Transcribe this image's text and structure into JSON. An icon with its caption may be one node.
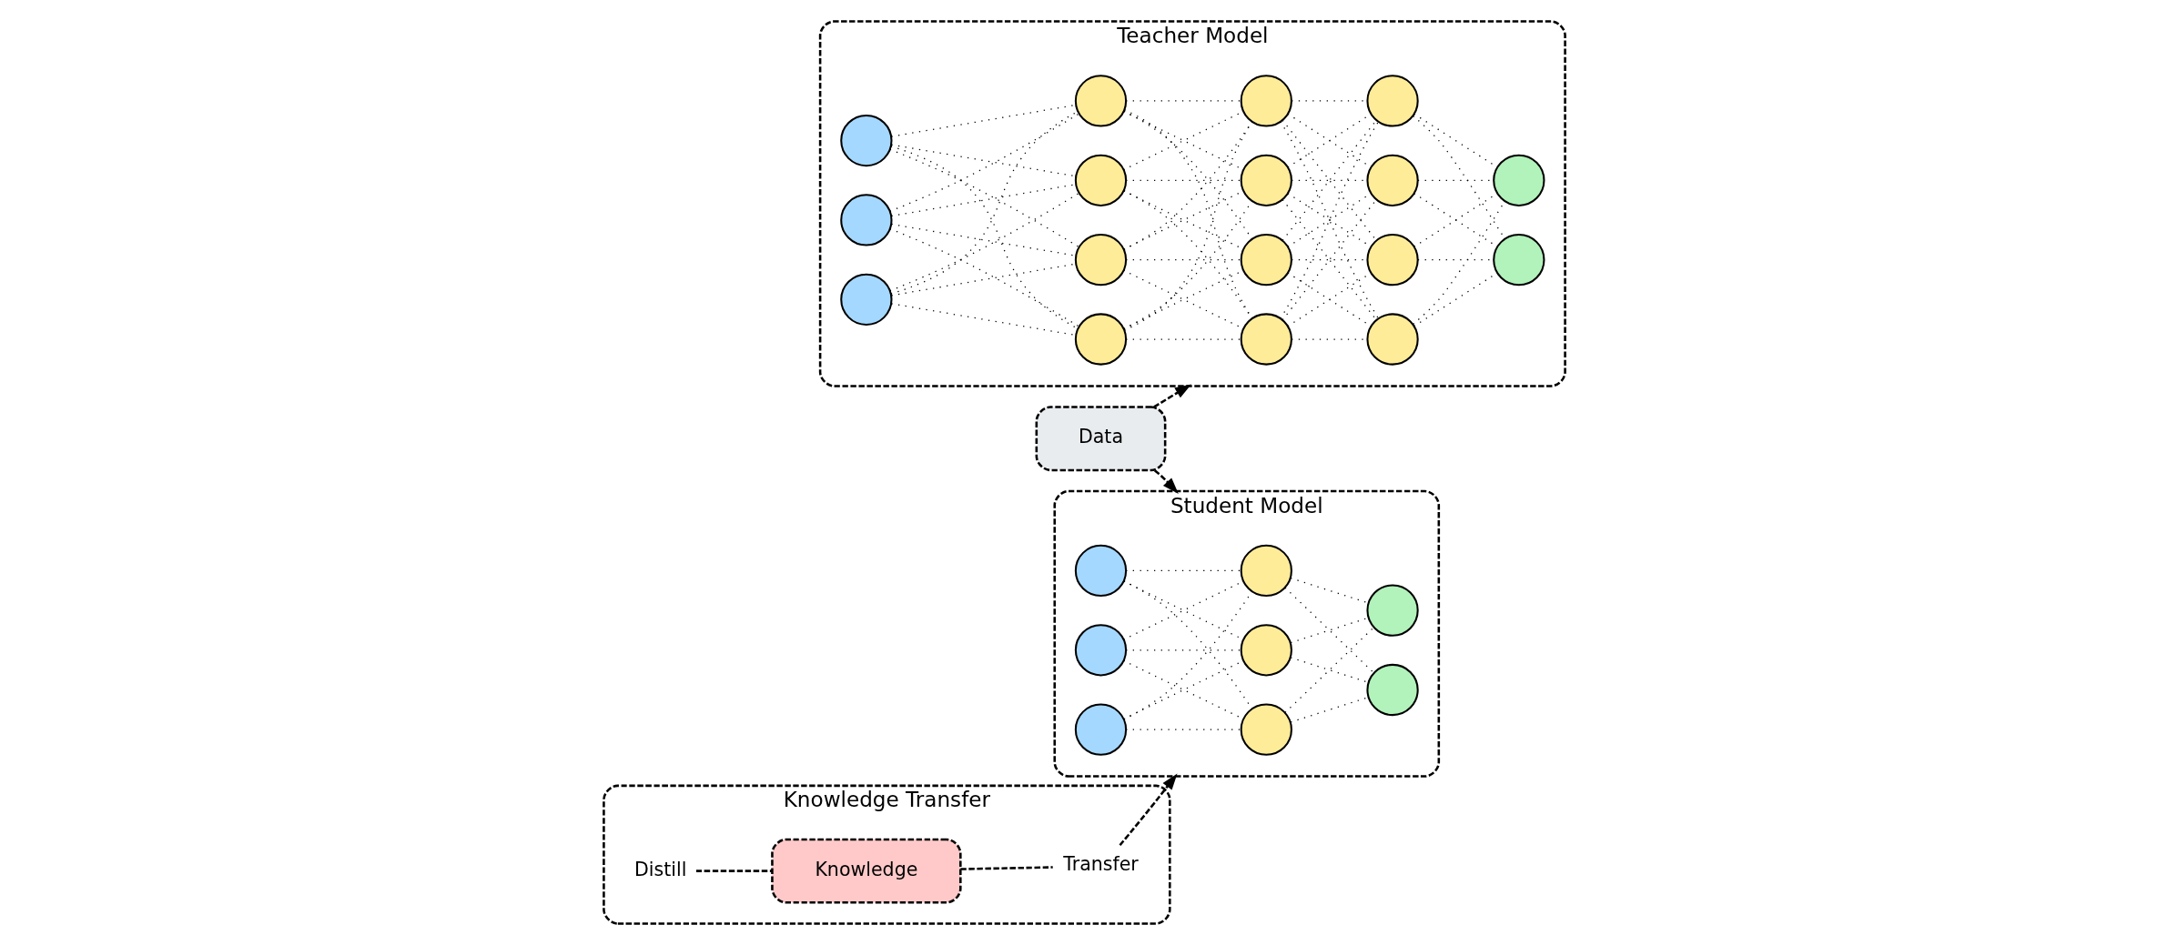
{
  "diagram": {
    "nodes": [
      {
        "text": [
          "Teacher Model"
        ]
      },
      {
        "text": [],
        "shape": "circle",
        "in": 0
      },
      {
        "text": [],
        "shape": "circle",
        "in": 0
      },
      {
        "text": [],
        "shape": "circle",
        "in": 0
      },
      {
        "text": [],
        "shape": "circle",
        "in": 0
      },
      {
        "text": [],
        "shape": "circle",
        "in": 0
      },
      {
        "text": [],
        "shape": "circle",
        "in": 0
      },
      {
        "text": [],
        "shape": "circle",
        "in": 0
      },
      {
        "text": [],
        "shape": "circle",
        "in": 0
      },
      {
        "text": [],
        "shape": "circle",
        "in": 0
      },
      {
        "text": [],
        "shape": "circle",
        "in": 0
      },
      {
        "text": [],
        "shape": "circle",
        "in": 0
      },
      {
        "text": [],
        "shape": "circle",
        "in": 0
      },
      {
        "text": [],
        "shape": "circle",
        "in": 0
      },
      {
        "text": [],
        "shape": "circle",
        "in": 0
      },
      {
        "text": [],
        "shape": "circle",
        "in": 0
      },
      {
        "text": [],
        "shape": "circle",
        "in": 0
      },
      {
        "text": [],
        "shape": "circle",
        "in": 0
      },
      {
        "text": [
          "Knowledge Transfer"
        ]
      },
      {
        "text": [
          "Distill"
        ],
        "in": 18
      },
      {
        "text": [
          "Knowledge"
        ],
        "in": 18
      },
      {
        "text": [
          "Transfer"
        ],
        "in": 18
      },
      {
        "text": [
          "Student Model"
        ]
      },
      {
        "text": [],
        "shape": "circle",
        "in": 22
      },
      {
        "text": [],
        "shape": "circle",
        "in": 22
      },
      {
        "text": [],
        "shape": "circle",
        "in": 22
      },
      {
        "text": [],
        "shape": "circle",
        "in": 22
      },
      {
        "text": [],
        "shape": "circle",
        "in": 22
      },
      {
        "text": [],
        "shape": "circle",
        "in": 22
      },
      {
        "text": [],
        "shape": "circle",
        "in": 22
      },
      {
        "text": [],
        "shape": "circle",
        "in": 22
      },
      {
        "text": [
          "Data"
        ]
      }
    ],
    "edges": [
      {
        "from": 1,
        "to": 4,
        "arrow": "none"
      },
      {
        "from": 1,
        "to": 5,
        "arrow": "none"
      },
      {
        "from": 1,
        "to": 6,
        "arrow": "none"
      },
      {
        "from": 1,
        "to": 7,
        "arrow": "none"
      },
      {
        "from": 2,
        "to": 4,
        "arrow": "none"
      },
      {
        "from": 2,
        "to": 5,
        "arrow": "none"
      },
      {
        "from": 2,
        "to": 6,
        "arrow": "none"
      },
      {
        "from": 2,
        "to": 7,
        "arrow": "none"
      },
      {
        "from": 3,
        "to": 4,
        "arrow": "none"
      },
      {
        "from": 3,
        "to": 5,
        "arrow": "none"
      },
      {
        "from": 3,
        "to": 6,
        "arrow": "none"
      },
      {
        "from": 3,
        "to": 7,
        "arrow": "none"
      },
      {
        "from": 4,
        "to": 8,
        "arrow": "none"
      },
      {
        "from": 4,
        "to": 9,
        "arrow": "none"
      },
      {
        "from": 4,
        "to": 10,
        "arrow": "none"
      },
      {
        "from": 4,
        "to": 11,
        "arrow": "none"
      },
      {
        "from": 5,
        "to": 8,
        "arrow": "none"
      },
      {
        "from": 5,
        "to": 9,
        "arrow": "none"
      },
      {
        "from": 5,
        "to": 10,
        "arrow": "none"
      },
      {
        "from": 5,
        "to": 11,
        "arrow": "none"
      },
      {
        "from": 6,
        "to": 8,
        "arrow": "none"
      },
      {
        "from": 6,
        "to": 9,
        "arrow": "none"
      },
      {
        "from": 6,
        "to": 10,
        "arrow": "none"
      },
      {
        "from": 6,
        "to": 11,
        "arrow": "none"
      },
      {
        "from": 7,
        "to": 8,
        "arrow": "none"
      },
      {
        "from": 7,
        "to": 9,
        "arrow": "none"
      },
      {
        "from": 7,
        "to": 10,
        "arrow": "none"
      },
      {
        "from": 7,
        "to": 11,
        "arrow": "none"
      },
      {
        "from": 8,
        "to": 12,
        "arrow": "none"
      },
      {
        "from": 8,
        "to": 13,
        "arrow": "none"
      },
      {
        "from": 8,
        "to": 14,
        "arrow": "none"
      },
      {
        "from": 8,
        "to": 15,
        "arrow": "none"
      },
      {
        "from": 9,
        "to": 12,
        "arrow": "none"
      },
      {
        "from": 9,
        "to": 13,
        "arrow": "none"
      },
      {
        "from": 9,
        "to": 14,
        "arrow": "none"
      },
      {
        "from": 9,
        "to": 15,
        "arrow": "none"
      },
      {
        "from": 10,
        "to": 12,
        "arrow": "none"
      },
      {
        "from": 10,
        "to": 13,
        "arrow": "none"
      },
      {
        "from": 10,
        "to": 14,
        "arrow": "none"
      },
      {
        "from": 10,
        "to": 15,
        "arrow": "none"
      },
      {
        "from": 11,
        "to": 12,
        "arrow": "none"
      },
      {
        "from": 11,
        "to": 13,
        "arrow": "none"
      },
      {
        "from": 11,
        "to": 14,
        "arrow": "none"
      },
      {
        "from": 11,
        "to": 15,
        "arrow": "none"
      },
      {
        "from": 12,
        "to": 16,
        "arrow": "none"
      },
      {
        "from": 12,
        "to": 17,
        "arrow": "none"
      },
      {
        "from": 13,
        "to": 16,
        "arrow": "none"
      },
      {
        "from": 13,
        "to": 17,
        "arrow": "none"
      },
      {
        "from": 14,
        "to": 16,
        "arrow": "none"
      },
      {
        "from": 14,
        "to": 17,
        "arrow": "none"
      },
      {
        "from": 15,
        "to": 16,
        "arrow": "none"
      },
      {
        "from": 15,
        "to": 17,
        "arrow": "none"
      },
      {
        "from": 19,
        "to": 20,
        "arrow": "none",
        "style": "dashed"
      },
      {
        "from": 20,
        "to": 21,
        "arrow": "none",
        "style": "dashed"
      },
      {
        "from": 21,
        "to": 22,
        "arrow": "to",
        "style": "dashed"
      },
      {
        "from": 23,
        "to": 26,
        "arrow": "none"
      },
      {
        "from": 23,
        "to": 27,
        "arrow": "none"
      },
      {
        "from": 23,
        "to": 28,
        "arrow": "none"
      },
      {
        "from": 24,
        "to": 26,
        "arrow": "none"
      },
      {
        "from": 24,
        "to": 27,
        "arrow": "none"
      },
      {
        "from": 24,
        "to": 28,
        "arrow": "none"
      },
      {
        "from": 25,
        "to": 26,
        "arrow": "none"
      },
      {
        "from": 25,
        "to": 27,
        "arrow": "none"
      },
      {
        "from": 25,
        "to": 28,
        "arrow": "none"
      },
      {
        "from": 26,
        "to": 29,
        "arrow": "none"
      },
      {
        "from": 26,
        "to": 30,
        "arrow": "none"
      },
      {
        "from": 27,
        "to": 29,
        "arrow": "none"
      },
      {
        "from": 27,
        "to": 30,
        "arrow": "none"
      },
      {
        "from": 28,
        "to": 29,
        "arrow": "none"
      },
      {
        "from": 28,
        "to": 30,
        "arrow": "none"
      },
      {
        "from": 31,
        "to": 0,
        "arrow": "to",
        "style": "dashed"
      },
      {
        "from": 31,
        "to": 22,
        "arrow": "to",
        "style": "dashed"
      }
    ]
  }
}
